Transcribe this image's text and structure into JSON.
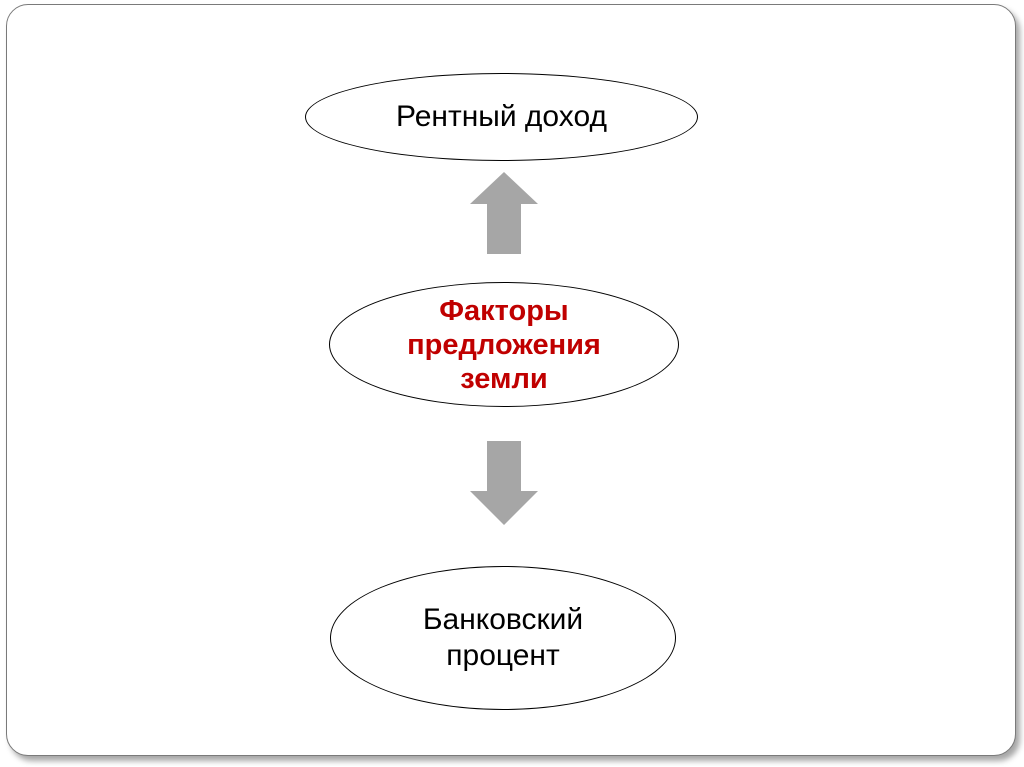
{
  "diagram": {
    "nodes": {
      "top": {
        "label": "Рентный доход"
      },
      "center": {
        "label": "Факторы\nпредложения\nземли"
      },
      "bottom": {
        "label": "Банковский\nпроцент"
      }
    },
    "arrows": [
      {
        "from": "center",
        "to": "top",
        "direction": "up"
      },
      {
        "from": "center",
        "to": "bottom",
        "direction": "down"
      }
    ]
  },
  "colors": {
    "center_text": "#c00000",
    "arrow_fill": "#a6a6a6",
    "outline": "#000000",
    "frame_border": "#7a7a7a"
  },
  "icons": {
    "arrow_up": "arrow-up-icon",
    "arrow_down": "arrow-down-icon"
  }
}
